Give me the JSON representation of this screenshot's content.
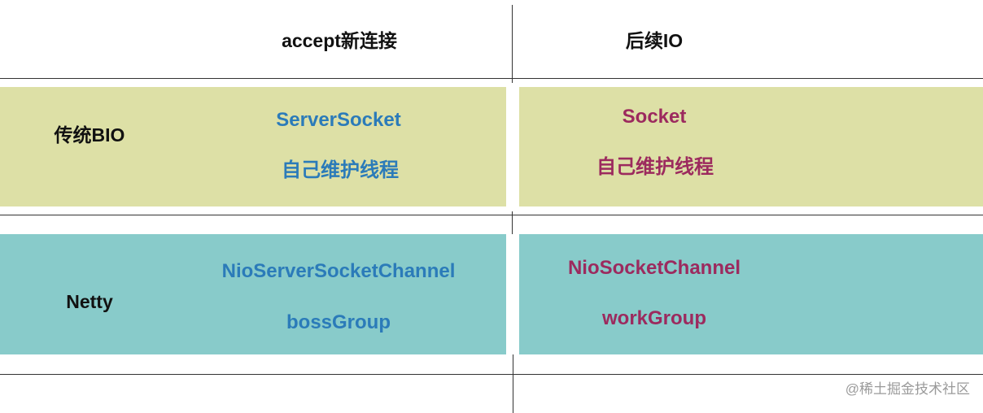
{
  "header": {
    "col_accept": "accept新连接",
    "col_io": "后续IO"
  },
  "rows": [
    {
      "label": "传统BIO",
      "accept": {
        "primary": "ServerSocket",
        "secondary": "自己维护线程"
      },
      "io": {
        "primary": "Socket",
        "secondary": "自己维护线程"
      }
    },
    {
      "label": "Netty",
      "accept": {
        "primary": "NioServerSocketChannel",
        "secondary": "bossGroup"
      },
      "io": {
        "primary": "NioSocketChannel",
        "secondary": "workGroup"
      }
    }
  ],
  "colors": {
    "bio_band": "#dde0a6",
    "netty_band": "#88cbca",
    "accept_text": "#2b7bb9",
    "io_text": "#9c2a5e"
  },
  "watermark": "@稀土掘金技术社区"
}
